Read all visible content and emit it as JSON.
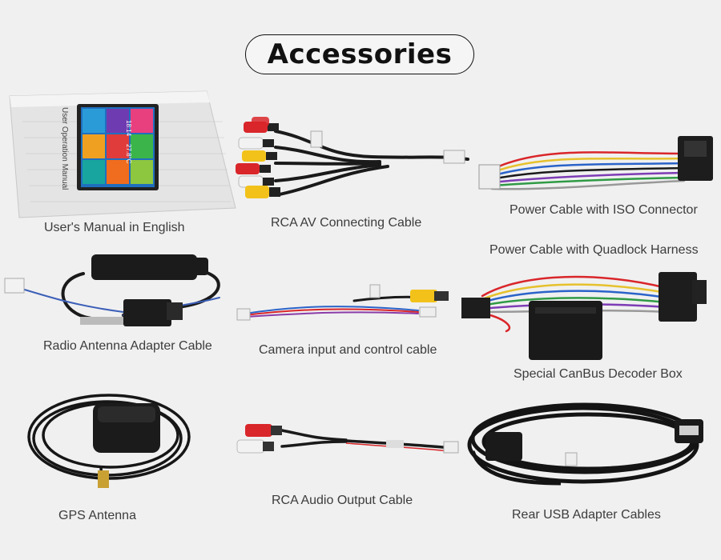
{
  "header": {
    "title": "Accessories"
  },
  "manual": {
    "cover_title": "User Operation Manual",
    "clock": "18:14",
    "temp": "27.8°C"
  },
  "captions": {
    "users_manual": "User's Manual in English",
    "rca_av": "RCA AV Connecting Cable",
    "power_iso": "Power Cable with ISO Connector",
    "power_quadlock": "Power Cable with Quadlock Harness",
    "radio_antenna": "Radio Antenna Adapter Cable",
    "camera_input": "Camera input and control cable",
    "canbus": "Special CanBus Decoder Box",
    "gps": "GPS Antenna",
    "rca_audio": "RCA Audio Output Cable",
    "usb": "Rear USB Adapter Cables"
  },
  "colors": {
    "background": "#f0f0f0",
    "rca_red": "#d9262a",
    "rca_white": "#f2f2f2",
    "rca_yellow": "#f2c21a",
    "cable_black": "#1a1a1a"
  }
}
